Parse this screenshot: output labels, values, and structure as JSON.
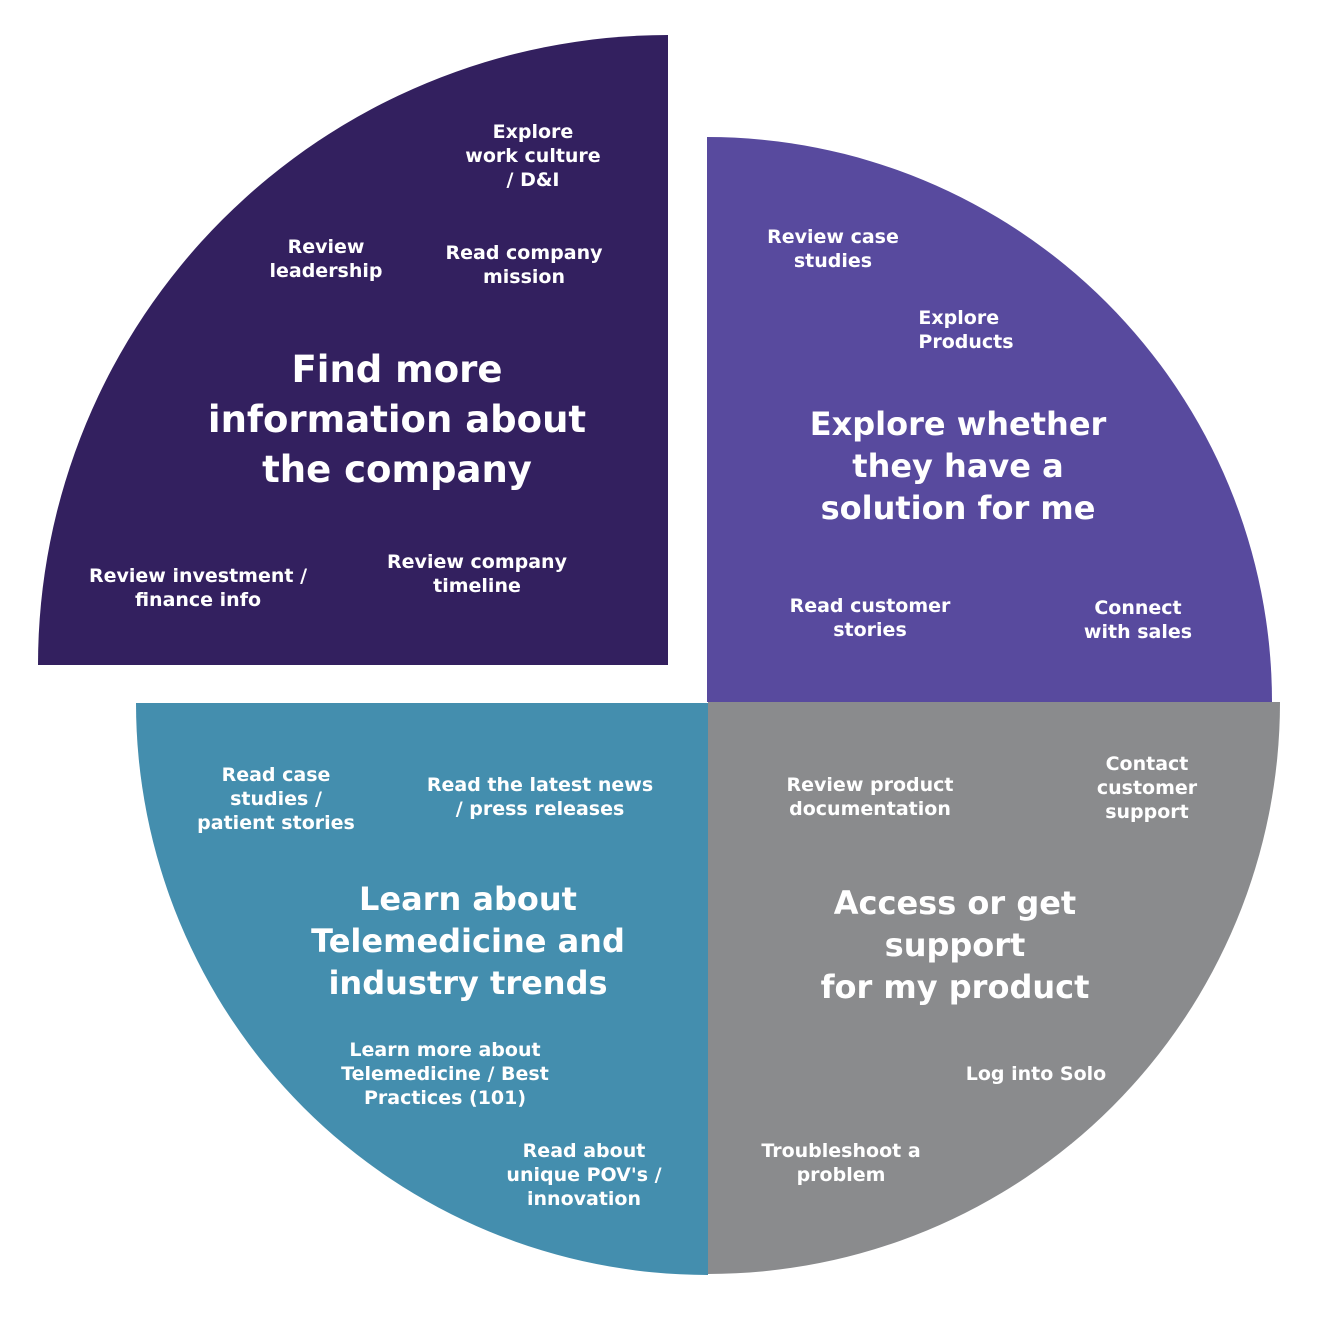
{
  "colors": {
    "company": "#33205f",
    "solution": "#584a9e",
    "telemedicine": "#448eae",
    "support": "#8a8b8d",
    "text": "#ffffff"
  },
  "quadrants": {
    "company": {
      "title": "Find more\ninformation about\nthe company",
      "items": {
        "culture": "Explore\nwork culture\n/ D&I",
        "leadership": "Review\nleadership",
        "mission": "Read company\nmission",
        "finance": "Review investment /\nfinance info",
        "timeline": "Review company\ntimeline"
      }
    },
    "solution": {
      "title": "Explore whether\nthey have a\nsolution for me",
      "items": {
        "case_studies": "Review case\nstudies",
        "products": "Explore\n      Products",
        "customer_stories": "Read customer\nstories",
        "sales": "Connect\nwith sales"
      }
    },
    "telemedicine": {
      "title": "Learn about\nTelemedicine and\nindustry trends",
      "items": {
        "patient_stories": "Read case\nstudies /\npatient stories",
        "news": "Read the latest news\n/ press releases",
        "best_practices": "Learn more about\nTelemedicine / Best\nPractices (101)",
        "innovation": "Read about\nunique POV's /\ninnovation"
      }
    },
    "support": {
      "title": "Access or get support\nfor my product",
      "items": {
        "documentation": "Review product\ndocumentation",
        "customer_support": "Contact customer\nsupport",
        "login": "Log into Solo",
        "troubleshoot": "Troubleshoot a\nproblem"
      }
    }
  }
}
